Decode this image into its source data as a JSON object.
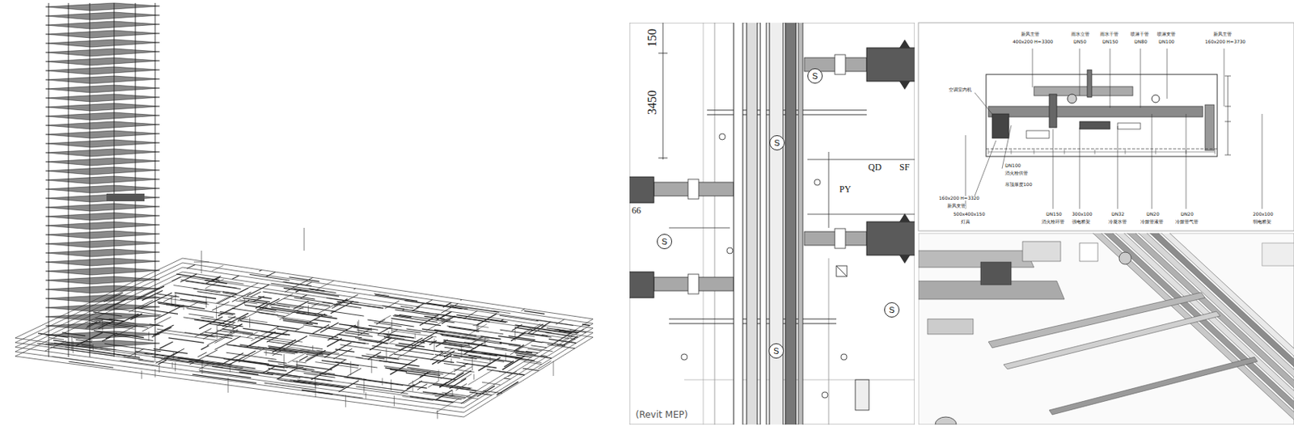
{
  "diagram": {
    "nodes": [
      {
        "text": [
          "S"
        ]
      },
      {
        "text": [
          "S"
        ]
      },
      {
        "text": [
          "S"
        ]
      },
      {
        "text": [
          "S"
        ]
      },
      {
        "text": [
          "S"
        ]
      }
    ],
    "labels": [
      "150",
      "3450",
      "66",
      "QD",
      "SF",
      "PY",
      "(Revit MEP)",
      "新风主管",
      "400x200 H=3300",
      "雨水立管",
      "DN50",
      "雨水干管",
      "DN150",
      "喷淋干管",
      "DN80",
      "喷淋支管",
      "DN100",
      "新风主管",
      "160x200 H=3730",
      "空调室内机",
      "160x200 H=3320",
      "新风支管",
      "DN100",
      "消火栓供管",
      "吊顶厚度100",
      "500x400x150",
      "灯具",
      "DN150",
      "消火栓环管",
      "300x100",
      "强电桥架",
      "DN32",
      "冷凝水管",
      "DN20",
      "冷媒管液管",
      "DN20",
      "冷媒管气管",
      "200x100",
      "弱电桥架"
    ]
  }
}
